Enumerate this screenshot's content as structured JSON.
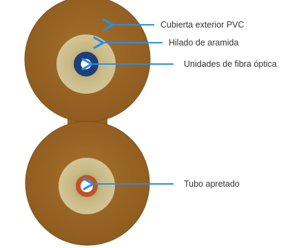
{
  "labels": {
    "jacket": "Cubierta exterior PVC",
    "aramid": "Hilado de aramida",
    "fiber": "Unidades de fibra óptica",
    "buffer": "Tubo apretado"
  },
  "colors": {
    "background": "#ffffff",
    "jacket": "#9a6525",
    "jacket_edge": "#7d4f19",
    "aramid": "#cbbd8c",
    "aramid_inner": "#b9a56d",
    "buffer_top": "#1f3f7d",
    "buffer_bottom": "#c0522a",
    "fiber_core": "#ffffff",
    "arrow": "#2b8fe0",
    "text": "#333333"
  },
  "icons": {
    "leader": "arrow-left"
  }
}
